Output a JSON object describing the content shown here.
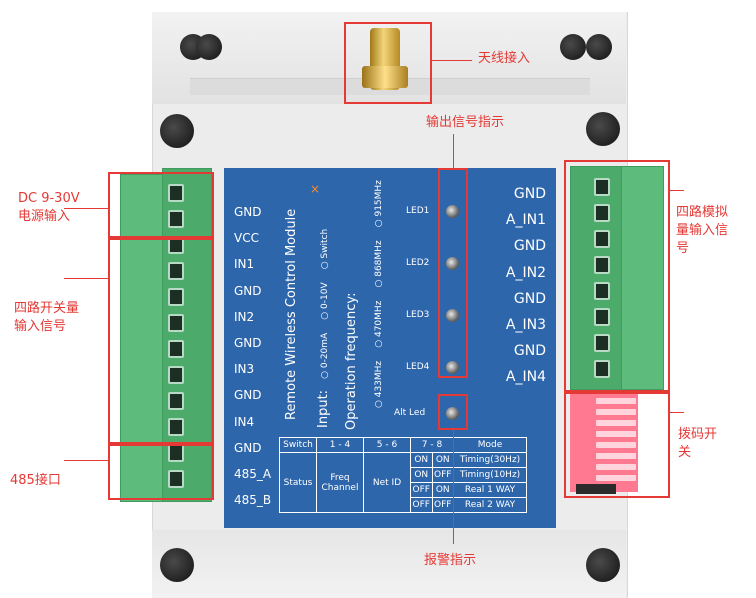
{
  "callouts": {
    "antenna": "天线接入",
    "output_indicator": "输出信号指示",
    "dc_power_1": "DC 9-30V",
    "dc_power_2": "电源输入",
    "switch_input_1": "四路开关量",
    "switch_input_2": "输入信号",
    "rs485": "485接口",
    "analog_1": "四路模拟",
    "analog_2": "量输入信",
    "analog_3": "号",
    "dip_1": "拨码开",
    "dip_2": "关",
    "alarm": "报警指示"
  },
  "left_labels": [
    "GND",
    "VCC",
    "IN1",
    "GND",
    "IN2",
    "GND",
    "IN3",
    "GND",
    "IN4",
    "GND",
    "485_A",
    "485_B"
  ],
  "right_labels": [
    "GND",
    "A_IN1",
    "GND",
    "A_IN2",
    "GND",
    "A_IN3",
    "GND",
    "A_IN4"
  ],
  "led_labels": [
    "LED1",
    "LED2",
    "LED3",
    "LED4",
    "Alt Led"
  ],
  "module": {
    "title": "Remote Wireless Control Module",
    "input_label": "Input:",
    "input_opts": [
      "0-20mA",
      "0-10V",
      "Switch"
    ],
    "freq_label": "Operation frequency:",
    "freq_opts": [
      "433MHz",
      "470MHz",
      "868MHz",
      "915MHz"
    ],
    "mark": "×"
  },
  "dip_table": {
    "head": [
      "Switch",
      "1 - 4",
      "5 - 6",
      "7 - 8",
      "Mode"
    ],
    "status": "Status",
    "freq1": "Freq",
    "freq2": "Channel",
    "netid": "Net ID",
    "rows": [
      [
        "ON",
        "ON",
        "Timing(30Hz)"
      ],
      [
        "ON",
        "OFF",
        "Timing(10Hz)"
      ],
      [
        "OFF",
        "ON",
        "Real 1 WAY"
      ],
      [
        "OFF",
        "OFF",
        "Real 2 WAY"
      ]
    ]
  }
}
